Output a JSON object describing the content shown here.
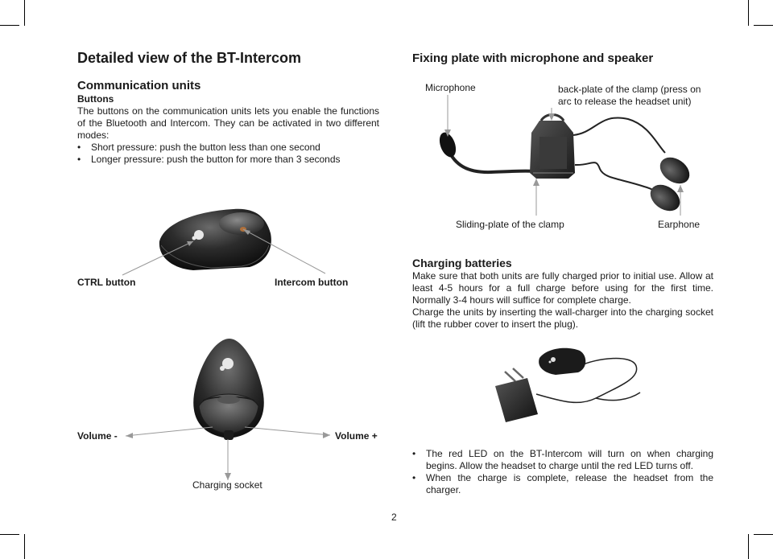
{
  "left": {
    "title": "Detailed view of the BT-Intercom",
    "section_title": "Communication units",
    "subsection": "Buttons",
    "paragraph": "The buttons on the communication units lets you enable the functions of the Bluetooth and Intercom. They can be activated in two different modes:",
    "bullets": [
      "Short pressure: push the button less than one second",
      "Longer pressure: push the button for more than 3 seconds"
    ],
    "labels": {
      "ctrl_button": "CTRL button",
      "intercom_button": "Intercom button",
      "volume_minus": "Volume -",
      "volume_plus": "Volume +",
      "charging_socket": "Charging socket"
    }
  },
  "right": {
    "title": "Fixing plate with microphone and speaker",
    "labels": {
      "microphone": "Microphone",
      "back_plate": "back-plate of the clamp (press on arc to release the headset unit)",
      "sliding_plate": "Sliding-plate of the clamp",
      "earphone": "Earphone"
    },
    "charging": {
      "title": "Charging batteries",
      "paragraph1": "Make sure that both units are fully charged prior to initial use. Allow at least 4-5 hours for a full charge before using for the first time. Normally 3-4 hours will suffice for complete charge.",
      "paragraph2": "Charge the units by inserting the wall-charger into the charging socket (lift the rubber cover to insert the plug).",
      "bullets": [
        "The red LED on the BT-Intercom will turn on when charging begins. Allow the headset to charge until the red LED turns off.",
        "When the charge is complete, release the headset from the charger."
      ]
    }
  },
  "footer": {
    "page_number": "2"
  }
}
